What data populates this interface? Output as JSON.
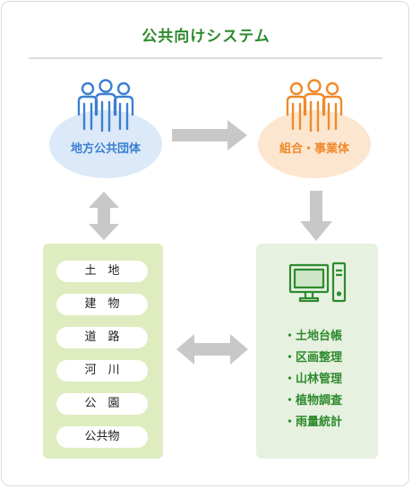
{
  "title": "公共向けシステム",
  "organizations": {
    "left": {
      "label": "地方公共団体",
      "icon": "people-group-icon",
      "color": "#3c80d2",
      "bg": "#dbe9f8"
    },
    "right": {
      "label": "組合・事業体",
      "icon": "people-group-icon",
      "color": "#ef8a2c",
      "bg": "#fde6cf"
    }
  },
  "data_items": [
    "土　地",
    "建　物",
    "道　路",
    "河　川",
    "公　園",
    "公共物"
  ],
  "system": {
    "icon": "computer-icon",
    "items": [
      "・土地台帳",
      "・区画整理",
      "・山林管理",
      "・植物調査",
      "・雨量統計"
    ]
  },
  "colors": {
    "accent": "#2e8a2e",
    "arrow": "#c8c8c8",
    "data_panel": "#deecbf",
    "system_panel": "#e6f1e0"
  }
}
